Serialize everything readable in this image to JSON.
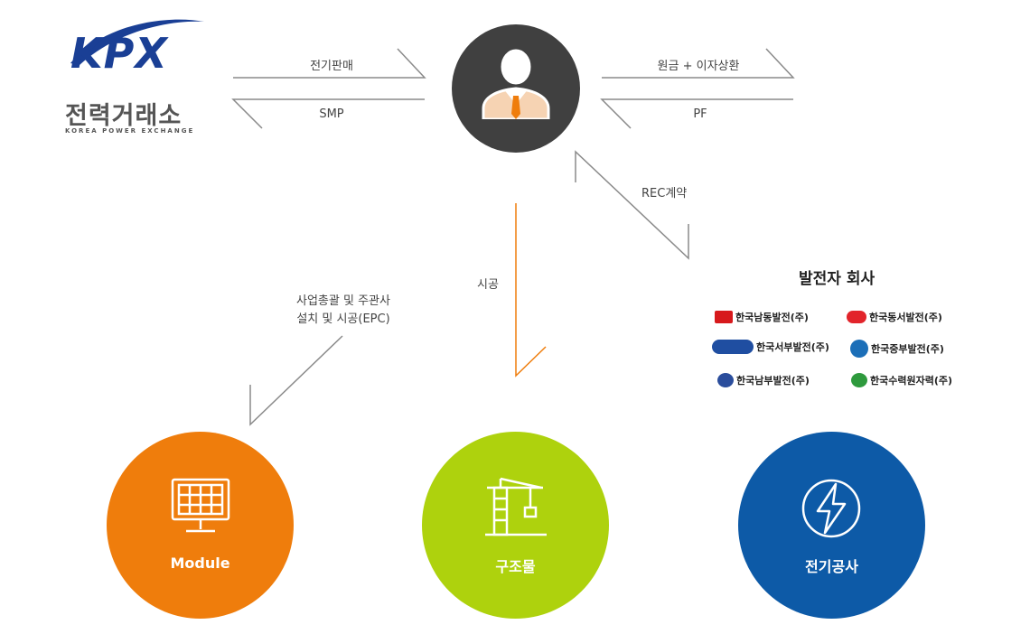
{
  "logo": {
    "brand": "KPX",
    "name_kr": "전력거래소",
    "name_en": "KOREA POWER EXCHANGE"
  },
  "flows": {
    "sale_top": "전기판매",
    "sale_bottom": "SMP",
    "loan_top": "원금 + 이자상환",
    "loan_bottom": "PF",
    "rec": "REC계약",
    "construction": "시공",
    "epc_line1": "사업총괄 및 주관사",
    "epc_line2": "설치 및 시공(EPC)"
  },
  "generators": {
    "title": "발전자 회사",
    "companies": [
      {
        "name": "한국남동발전(주)",
        "color": "#d7191c"
      },
      {
        "name": "한국동서발전(주)",
        "color": "#e2242b"
      },
      {
        "name": "한국서부발전(주)",
        "color": "#1f4ea1"
      },
      {
        "name": "한국중부발전(주)",
        "color": "#1c6fb8"
      },
      {
        "name": "한국남부발전(주)",
        "color": "#2a4d9c"
      },
      {
        "name": "한국수력원자력(주)",
        "color": "#2e9a3d"
      }
    ]
  },
  "nodes": {
    "module": {
      "label": "Module",
      "color": "#ef7d0c"
    },
    "structure": {
      "label": "구조물",
      "color": "#aed20d"
    },
    "electric": {
      "label": "전기공사",
      "color": "#0d5aa7"
    }
  },
  "colors": {
    "person_bg": "#404040",
    "arrow_gray": "#8a8a8a",
    "arrow_orange": "#ef7d0c"
  }
}
